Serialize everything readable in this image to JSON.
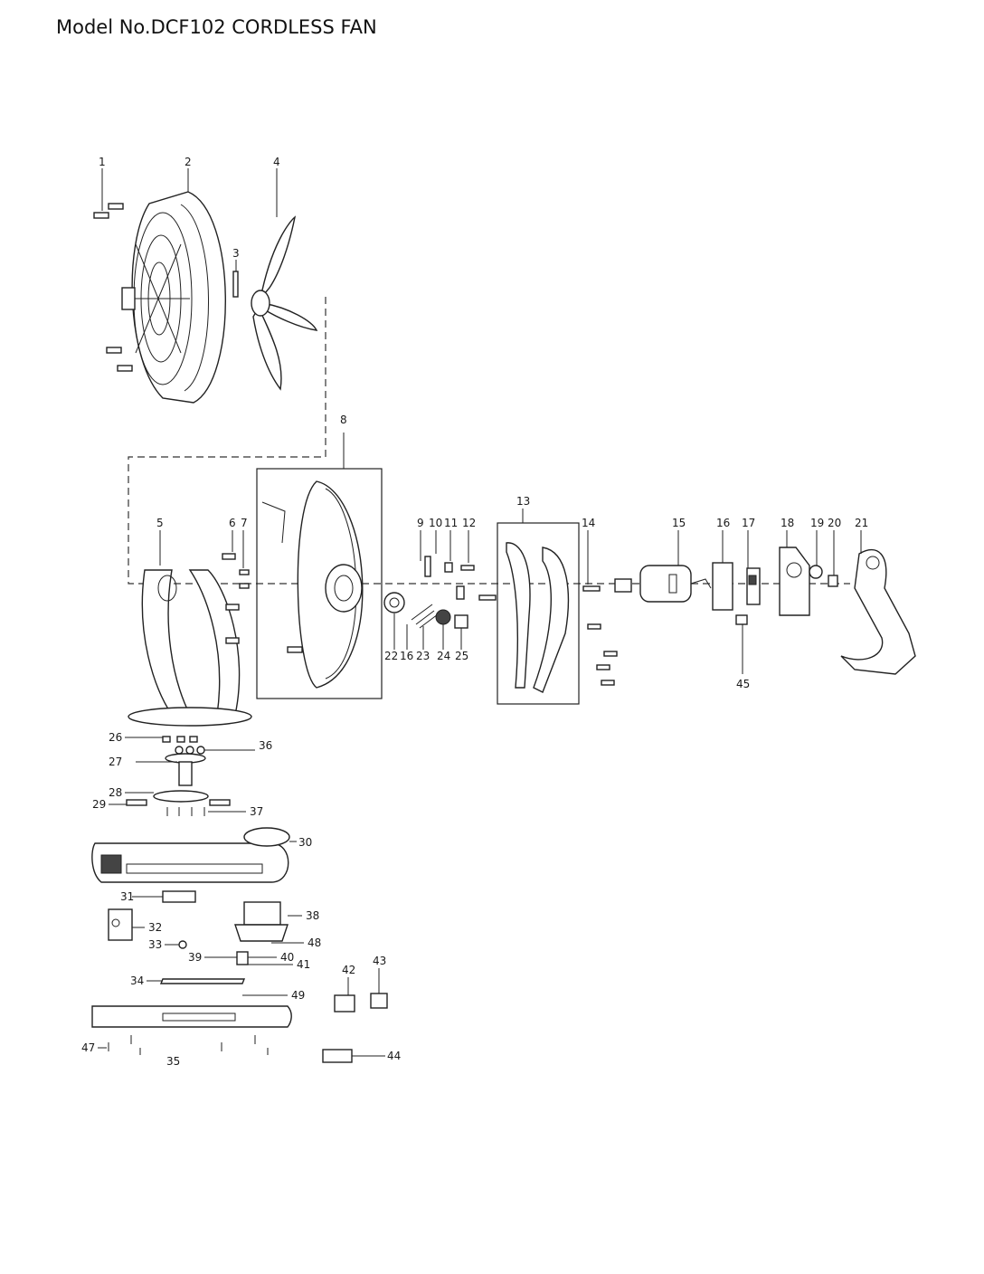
{
  "title": "Model No.DCF102 CORDLESS FAN",
  "callouts": [
    "1",
    "2",
    "3",
    "4",
    "5",
    "6",
    "7",
    "8",
    "9",
    "10",
    "11",
    "12",
    "13",
    "14",
    "15",
    "16",
    "17",
    "18",
    "19",
    "20",
    "21",
    "22",
    "16",
    "23",
    "24",
    "25",
    "26",
    "36",
    "27",
    "28",
    "29",
    "37",
    "30",
    "31",
    "32",
    "33",
    "38",
    "48",
    "39",
    "40",
    "41",
    "34",
    "42",
    "43",
    "49",
    "47",
    "35",
    "44",
    "45"
  ]
}
